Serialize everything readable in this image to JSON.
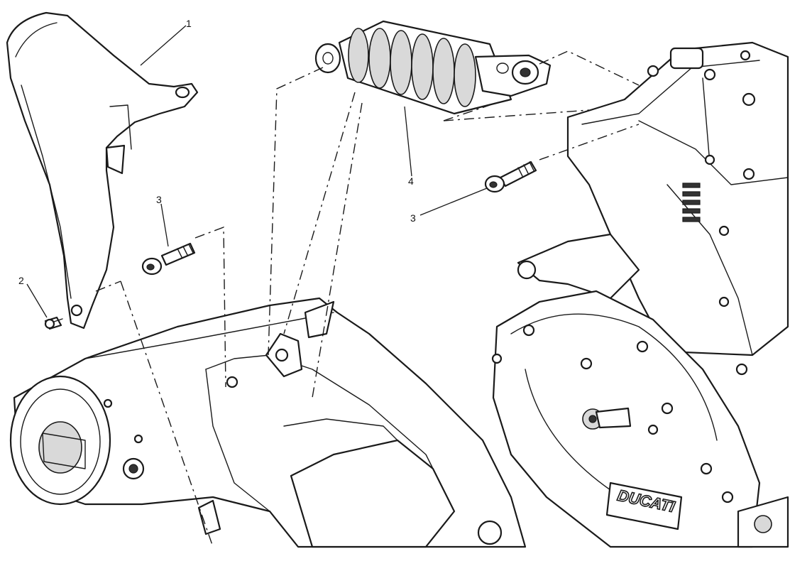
{
  "diagram": {
    "callouts": [
      {
        "id": "1",
        "label": "1"
      },
      {
        "id": "2",
        "label": "2"
      },
      {
        "id": "3a",
        "label": "3"
      },
      {
        "id": "3b",
        "label": "3"
      },
      {
        "id": "4",
        "label": "4"
      }
    ],
    "brand_logo_text": "DUCATI"
  }
}
